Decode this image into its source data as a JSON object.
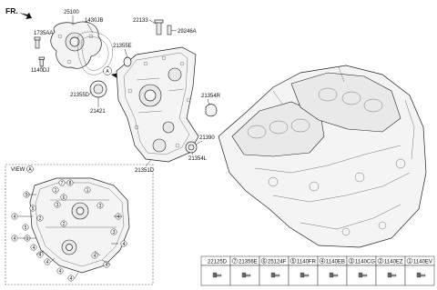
{
  "orientation_label": "FR.",
  "callouts": {
    "p25100": "25100",
    "p1430jb": "1430JB",
    "p1735aa": "1735AA",
    "p1140dj": "1140DJ",
    "p21355d": "21355D",
    "p21421": "21421",
    "p22133": "22133",
    "p29246a": "29246A",
    "p21355e": "21355E",
    "p21354r": "21354R",
    "p21390": "21390",
    "p21354l": "21354L",
    "p21351d": "21351D",
    "view_marker": "A"
  },
  "view_label": "VIEW",
  "view_letter": "A",
  "view_numbers": [
    "7",
    "8",
    "1",
    "1",
    "6",
    "5",
    "5",
    "4",
    "4",
    "3",
    "3",
    "2",
    "5",
    "2",
    "4",
    "3",
    "1",
    "4",
    "4",
    "4",
    "4",
    "4",
    "4",
    "4",
    "4"
  ],
  "parts_table": {
    "headers": [
      {
        "num": "",
        "code": "22125D"
      },
      {
        "num": "7",
        "code": "21356E"
      },
      {
        "num": "6",
        "code": "25124F"
      },
      {
        "num": "5",
        "code": "1140FR"
      },
      {
        "num": "4",
        "code": "1140EB"
      },
      {
        "num": "3",
        "code": "1140CG"
      },
      {
        "num": "2",
        "code": "1140EZ"
      },
      {
        "num": "1",
        "code": "1140EV"
      }
    ]
  }
}
